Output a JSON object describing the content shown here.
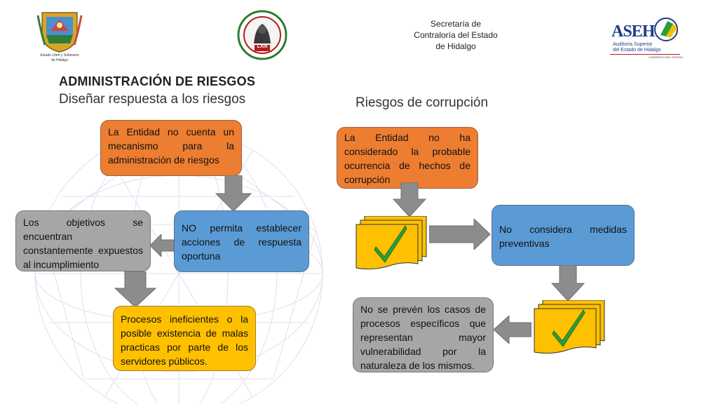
{
  "header": {
    "left_logo_caption_1": "Estado Libre y Soberano",
    "left_logo_caption_2": "de Hidalgo",
    "center_logo_text": "LXIII",
    "org_line_1": "Secretaría de",
    "org_line_2": "Contraloría del Estado",
    "org_line_3": "de Hidalgo",
    "asehi_logo": "ASEH",
    "asehi_sub_1": "Auditoría Superior",
    "asehi_sub_2": "del Estado de Hidalgo",
    "asehi_sub_3": "CONGRESO DEL ESTADO"
  },
  "titles": {
    "main": "ADMINISTRACIÓN DE RIESGOS",
    "sub": "Diseñar respuesta a los riesgos",
    "right": "Riesgos de corrupción"
  },
  "left_flow": {
    "box_orange": "La Entidad no cuenta un mecanismo para la administración de riesgos",
    "box_blue": "NO permita establecer acciones de respuesta oportuna",
    "box_gray": "Los objetivos se encuentran constantemente expuestos al incumplimiento",
    "box_yellow": "Procesos ineficientes o la posible existencia de malas practicas por parte de los servidores públicos."
  },
  "right_flow": {
    "box_orange": "La Entidad no ha considerado la probable ocurrencia de hechos de corrupción",
    "box_blue": "No considera medidas preventivas",
    "box_gray": "No se prevén los casos de procesos específicos que representan mayor vulnerabilidad por la naturaleza de los mismos."
  },
  "colors": {
    "orange": "#ED7D31",
    "blue": "#5B9BD5",
    "gray": "#A6A6A6",
    "yellow": "#FFC000",
    "arrow": "#8C8C8C",
    "check": "#2E9E3A"
  },
  "icons": [
    "state-coat-of-arms-icon",
    "congress-seal-icon",
    "asehi-logo-icon",
    "document-check-icon",
    "arrow-down-icon",
    "arrow-left-icon",
    "arrow-right-icon"
  ]
}
